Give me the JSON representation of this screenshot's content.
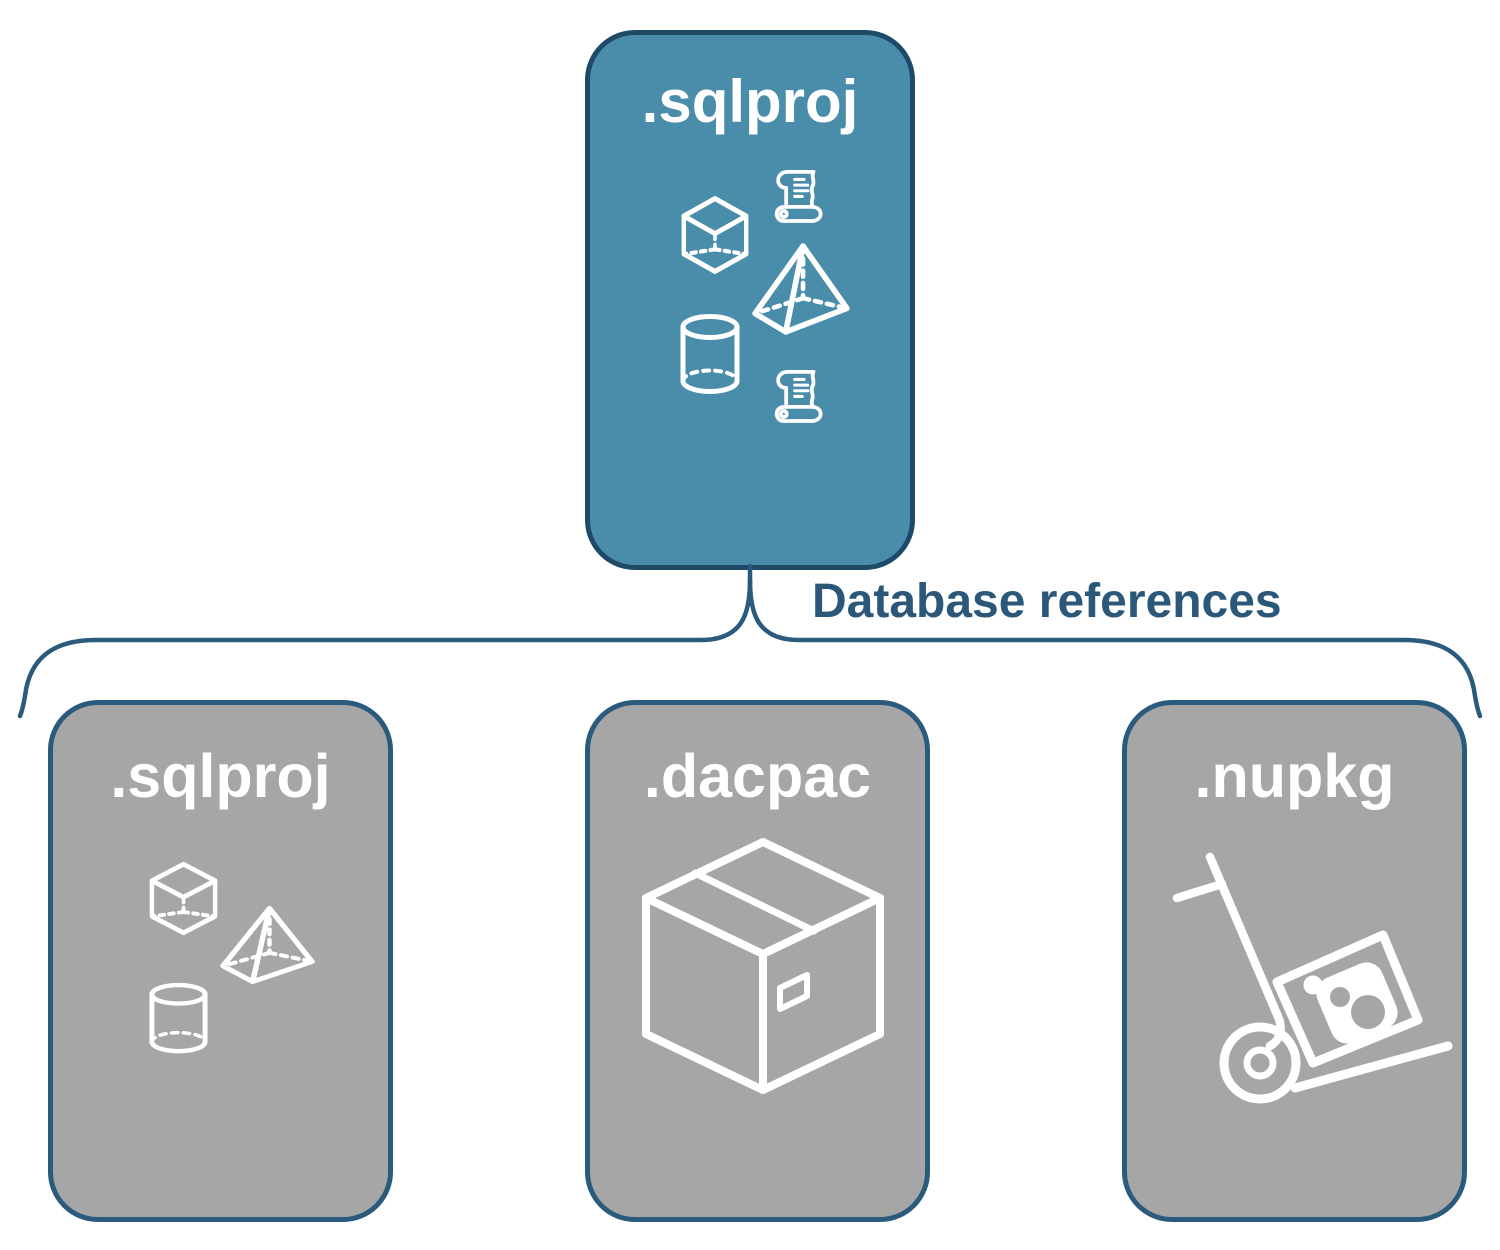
{
  "diagram": {
    "background": "#ffffff",
    "root": {
      "label": ".sqlproj",
      "fill": "#4a8dab",
      "border": "#1d4a68",
      "title_color": "#ffffff",
      "icons": [
        "script-scroll",
        "cube",
        "pyramid",
        "cylinder",
        "script-scroll"
      ]
    },
    "connector": {
      "label": "Database references",
      "line_color": "#2a5a7c",
      "label_color": "#2b5878"
    },
    "children": [
      {
        "label": ".sqlproj",
        "icons": [
          "cube",
          "pyramid",
          "cylinder"
        ]
      },
      {
        "label": ".dacpac",
        "icons": [
          "package-box"
        ]
      },
      {
        "label": ".nupkg",
        "icons": [
          "hand-truck",
          "nuget-package"
        ]
      }
    ],
    "child_style": {
      "fill": "#a6a6a6",
      "border": "#2a5a7c",
      "title_color": "#ffffff"
    }
  }
}
